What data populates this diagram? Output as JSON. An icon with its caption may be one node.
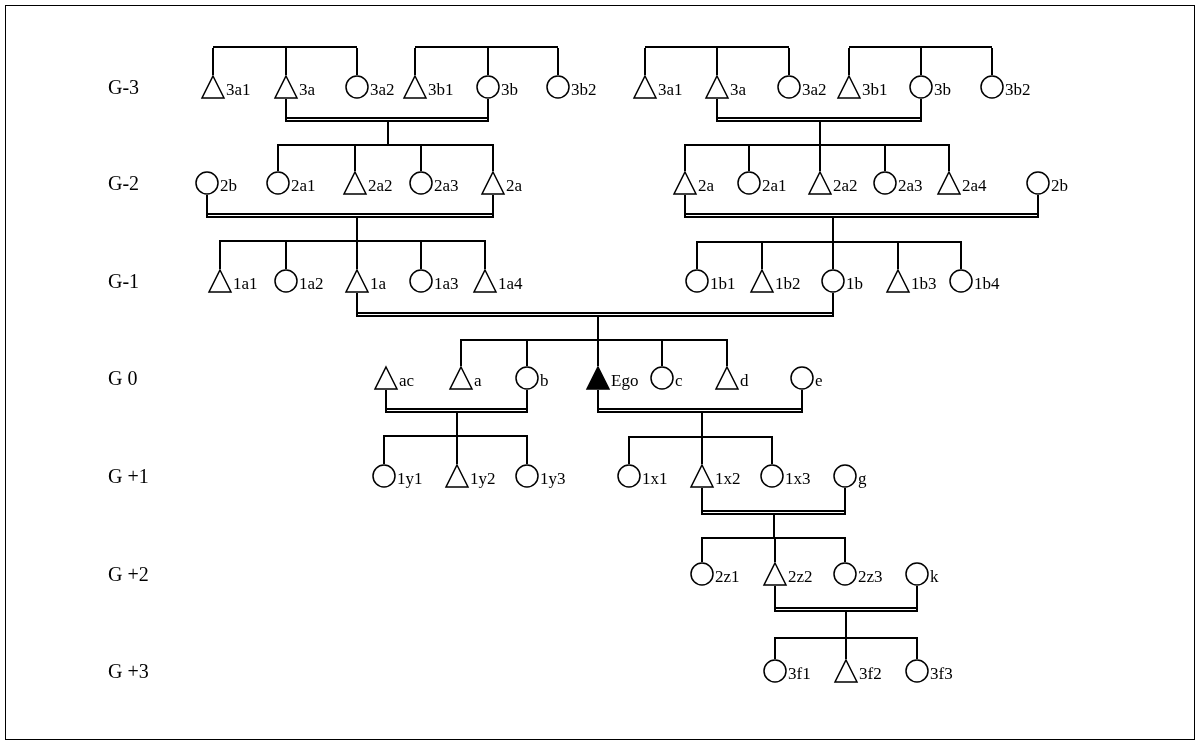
{
  "diagram": {
    "nodes": [
      {
        "text": [],
        "shape": "line"
      },
      {
        "text": [],
        "shape": "line"
      },
      {
        "text": [],
        "shape": "line"
      },
      {
        "text": [],
        "shape": "line"
      },
      {
        "text": [],
        "shape": "triangle",
        "beside": [
          "3a1"
        ]
      },
      {
        "text": [],
        "shape": "triangle",
        "beside": [
          "3a"
        ]
      },
      {
        "text": [],
        "shape": "circle",
        "beside": [
          "3a2"
        ]
      },
      {
        "text": [],
        "shape": "triangle",
        "beside": [
          "3b1"
        ]
      },
      {
        "text": [],
        "shape": "circle",
        "beside": [
          "3b"
        ]
      },
      {
        "text": [],
        "shape": "circle",
        "beside": [
          "3b2"
        ]
      },
      {
        "text": [],
        "shape": "triangle",
        "beside": [
          "3a1"
        ]
      },
      {
        "text": [],
        "shape": "triangle",
        "beside": [
          "3a"
        ]
      },
      {
        "text": [],
        "shape": "circle",
        "beside": [
          "3a2"
        ]
      },
      {
        "text": [],
        "shape": "triangle",
        "beside": [
          "3b1"
        ]
      },
      {
        "text": [],
        "shape": "circle",
        "beside": [
          "3b"
        ]
      },
      {
        "text": [],
        "shape": "circle",
        "beside": [
          "3b2"
        ]
      },
      {
        "text": [],
        "shape": "bar"
      },
      {
        "text": [],
        "shape": "bar"
      },
      {
        "text": [],
        "shape": "circle",
        "beside": [
          "2b"
        ]
      },
      {
        "text": [],
        "shape": "circle",
        "beside": [
          "2a1"
        ]
      },
      {
        "text": [],
        "shape": "triangle",
        "beside": [
          "2a2"
        ]
      },
      {
        "text": [],
        "shape": "circle",
        "beside": [
          "2a3"
        ]
      },
      {
        "text": [],
        "shape": "triangle",
        "beside": [
          "2a"
        ]
      },
      {
        "text": [],
        "shape": "triangle",
        "beside": [
          "2a"
        ]
      },
      {
        "text": [],
        "shape": "circle",
        "beside": [
          "2a1"
        ]
      },
      {
        "text": [],
        "shape": "triangle",
        "beside": [
          "2a2"
        ]
      },
      {
        "text": [],
        "shape": "circle",
        "beside": [
          "2a3"
        ]
      },
      {
        "text": [],
        "shape": "triangle",
        "beside": [
          "2a4"
        ]
      },
      {
        "text": [],
        "shape": "circle",
        "beside": [
          "2b"
        ]
      },
      {
        "text": [],
        "shape": "bar"
      },
      {
        "text": [],
        "shape": "bar"
      },
      {
        "text": [],
        "shape": "triangle",
        "beside": [
          "1a1"
        ]
      },
      {
        "text": [],
        "shape": "circle",
        "beside": [
          "1a2"
        ]
      },
      {
        "text": [],
        "shape": "triangle",
        "beside": [
          "1a"
        ]
      },
      {
        "text": [],
        "shape": "circle",
        "beside": [
          "1a3"
        ]
      },
      {
        "text": [],
        "shape": "triangle",
        "beside": [
          "1a4"
        ]
      },
      {
        "text": [],
        "shape": "circle",
        "beside": [
          "1b1"
        ]
      },
      {
        "text": [],
        "shape": "triangle",
        "beside": [
          "1b2"
        ]
      },
      {
        "text": [],
        "shape": "circle",
        "beside": [
          "1b"
        ]
      },
      {
        "text": [],
        "shape": "triangle",
        "beside": [
          "1b3"
        ]
      },
      {
        "text": [],
        "shape": "circle",
        "beside": [
          "1b4"
        ]
      },
      {
        "text": [],
        "shape": "bar"
      },
      {
        "text": [],
        "shape": "triangle",
        "beside": [
          "ac"
        ]
      },
      {
        "text": [],
        "shape": "triangle",
        "beside": [
          "a"
        ]
      },
      {
        "text": [],
        "shape": "circle",
        "beside": [
          "b"
        ]
      },
      {
        "text": [],
        "shape": "solid-triangle",
        "beside": [
          "Ego"
        ]
      },
      {
        "text": [],
        "shape": "circle",
        "beside": [
          "c"
        ]
      },
      {
        "text": [],
        "shape": "triangle",
        "beside": [
          "d"
        ]
      },
      {
        "text": [],
        "shape": "circle",
        "beside": [
          "e"
        ]
      },
      {
        "text": [],
        "shape": "bar"
      },
      {
        "text": [],
        "shape": "bar"
      },
      {
        "text": [],
        "shape": "circle",
        "beside": [
          "1y1"
        ]
      },
      {
        "text": [],
        "shape": "triangle",
        "beside": [
          "1y2"
        ]
      },
      {
        "text": [],
        "shape": "circle",
        "beside": [
          "1y3"
        ]
      },
      {
        "text": [],
        "shape": "circle",
        "beside": [
          "1x1"
        ]
      },
      {
        "text": [],
        "shape": "triangle",
        "beside": [
          "1x2"
        ]
      },
      {
        "text": [],
        "shape": "circle",
        "beside": [
          "1x3"
        ]
      },
      {
        "text": [],
        "shape": "circle",
        "beside": [
          "g"
        ]
      },
      {
        "text": [],
        "shape": "bar"
      },
      {
        "text": [],
        "shape": "circle",
        "beside": [
          "2z1"
        ]
      },
      {
        "text": [],
        "shape": "triangle",
        "beside": [
          "2z2"
        ]
      },
      {
        "text": [],
        "shape": "circle",
        "beside": [
          "2z3"
        ]
      },
      {
        "text": [],
        "shape": "circle",
        "beside": [
          "k"
        ]
      },
      {
        "text": [],
        "shape": "bar"
      },
      {
        "text": [],
        "shape": "circle",
        "beside": [
          "3f1"
        ]
      },
      {
        "text": [],
        "shape": "triangle",
        "beside": [
          "3f2"
        ]
      },
      {
        "text": [],
        "shape": "circle",
        "beside": [
          "3f3"
        ]
      }
    ],
    "edges": [
      {
        "from": 0,
        "to": 4,
        "arrow": "none"
      },
      {
        "from": 0,
        "to": 5,
        "arrow": "none"
      },
      {
        "from": 0,
        "to": 6,
        "arrow": "none"
      },
      {
        "from": 1,
        "to": 7,
        "arrow": "none"
      },
      {
        "from": 1,
        "to": 8,
        "arrow": "none"
      },
      {
        "from": 1,
        "to": 9,
        "arrow": "none"
      },
      {
        "from": 2,
        "to": 10,
        "arrow": "none"
      },
      {
        "from": 2,
        "to": 11,
        "arrow": "none"
      },
      {
        "from": 2,
        "to": 12,
        "arrow": "none"
      },
      {
        "from": 3,
        "to": 13,
        "arrow": "none"
      },
      {
        "from": 3,
        "to": 14,
        "arrow": "none"
      },
      {
        "from": 3,
        "to": 15,
        "arrow": "none"
      },
      {
        "from": 5,
        "to": 16,
        "arrow": "none"
      },
      {
        "from": 8,
        "to": 16,
        "arrow": "none"
      },
      {
        "from": 11,
        "to": 17,
        "arrow": "none"
      },
      {
        "from": 14,
        "to": 17,
        "arrow": "none"
      },
      {
        "from": 16,
        "to": 19,
        "arrow": "none"
      },
      {
        "from": 16,
        "to": 20,
        "arrow": "none"
      },
      {
        "from": 16,
        "to": 21,
        "arrow": "none"
      },
      {
        "from": 16,
        "to": 22,
        "arrow": "none"
      },
      {
        "from": 17,
        "to": 23,
        "arrow": "none"
      },
      {
        "from": 17,
        "to": 24,
        "arrow": "none"
      },
      {
        "from": 17,
        "to": 25,
        "arrow": "none"
      },
      {
        "from": 17,
        "to": 26,
        "arrow": "none"
      },
      {
        "from": 17,
        "to": 27,
        "arrow": "none"
      },
      {
        "from": 18,
        "to": 29,
        "arrow": "none"
      },
      {
        "from": 22,
        "to": 29,
        "arrow": "none"
      },
      {
        "from": 23,
        "to": 30,
        "arrow": "none"
      },
      {
        "from": 28,
        "to": 30,
        "arrow": "none"
      },
      {
        "from": 29,
        "to": 31,
        "arrow": "none"
      },
      {
        "from": 29,
        "to": 32,
        "arrow": "none"
      },
      {
        "from": 29,
        "to": 33,
        "arrow": "none"
      },
      {
        "from": 29,
        "to": 34,
        "arrow": "none"
      },
      {
        "from": 29,
        "to": 35,
        "arrow": "none"
      },
      {
        "from": 30,
        "to": 36,
        "arrow": "none"
      },
      {
        "from": 30,
        "to": 37,
        "arrow": "none"
      },
      {
        "from": 30,
        "to": 38,
        "arrow": "none"
      },
      {
        "from": 30,
        "to": 39,
        "arrow": "none"
      },
      {
        "from": 30,
        "to": 40,
        "arrow": "none"
      },
      {
        "from": 33,
        "to": 41,
        "arrow": "none"
      },
      {
        "from": 38,
        "to": 41,
        "arrow": "none"
      },
      {
        "from": 41,
        "to": 43,
        "arrow": "none"
      },
      {
        "from": 41,
        "to": 44,
        "arrow": "none"
      },
      {
        "from": 41,
        "to": 45,
        "arrow": "none"
      },
      {
        "from": 41,
        "to": 46,
        "arrow": "none"
      },
      {
        "from": 41,
        "to": 47,
        "arrow": "none"
      },
      {
        "from": 42,
        "to": 49,
        "arrow": "none"
      },
      {
        "from": 44,
        "to": 49,
        "arrow": "none"
      },
      {
        "from": 45,
        "to": 50,
        "arrow": "none"
      },
      {
        "from": 48,
        "to": 50,
        "arrow": "none"
      },
      {
        "from": 49,
        "to": 51,
        "arrow": "none"
      },
      {
        "from": 49,
        "to": 52,
        "arrow": "none"
      },
      {
        "from": 49,
        "to": 53,
        "arrow": "none"
      },
      {
        "from": 50,
        "to": 54,
        "arrow": "none"
      },
      {
        "from": 50,
        "to": 55,
        "arrow": "none"
      },
      {
        "from": 50,
        "to": 56,
        "arrow": "none"
      },
      {
        "from": 55,
        "to": 58,
        "arrow": "none"
      },
      {
        "from": 57,
        "to": 58,
        "arrow": "none"
      },
      {
        "from": 58,
        "to": 59,
        "arrow": "none"
      },
      {
        "from": 58,
        "to": 60,
        "arrow": "none"
      },
      {
        "from": 58,
        "to": 61,
        "arrow": "none"
      },
      {
        "from": 60,
        "to": 63,
        "arrow": "none"
      },
      {
        "from": 62,
        "to": 63,
        "arrow": "none"
      },
      {
        "from": 63,
        "to": 64,
        "arrow": "none"
      },
      {
        "from": 63,
        "to": 65,
        "arrow": "none"
      },
      {
        "from": 63,
        "to": 66,
        "arrow": "none"
      }
    ],
    "labels": [
      "G-3",
      "G-2",
      "G-1",
      "G 0",
      "G +1",
      "G +2",
      "G +3"
    ]
  }
}
